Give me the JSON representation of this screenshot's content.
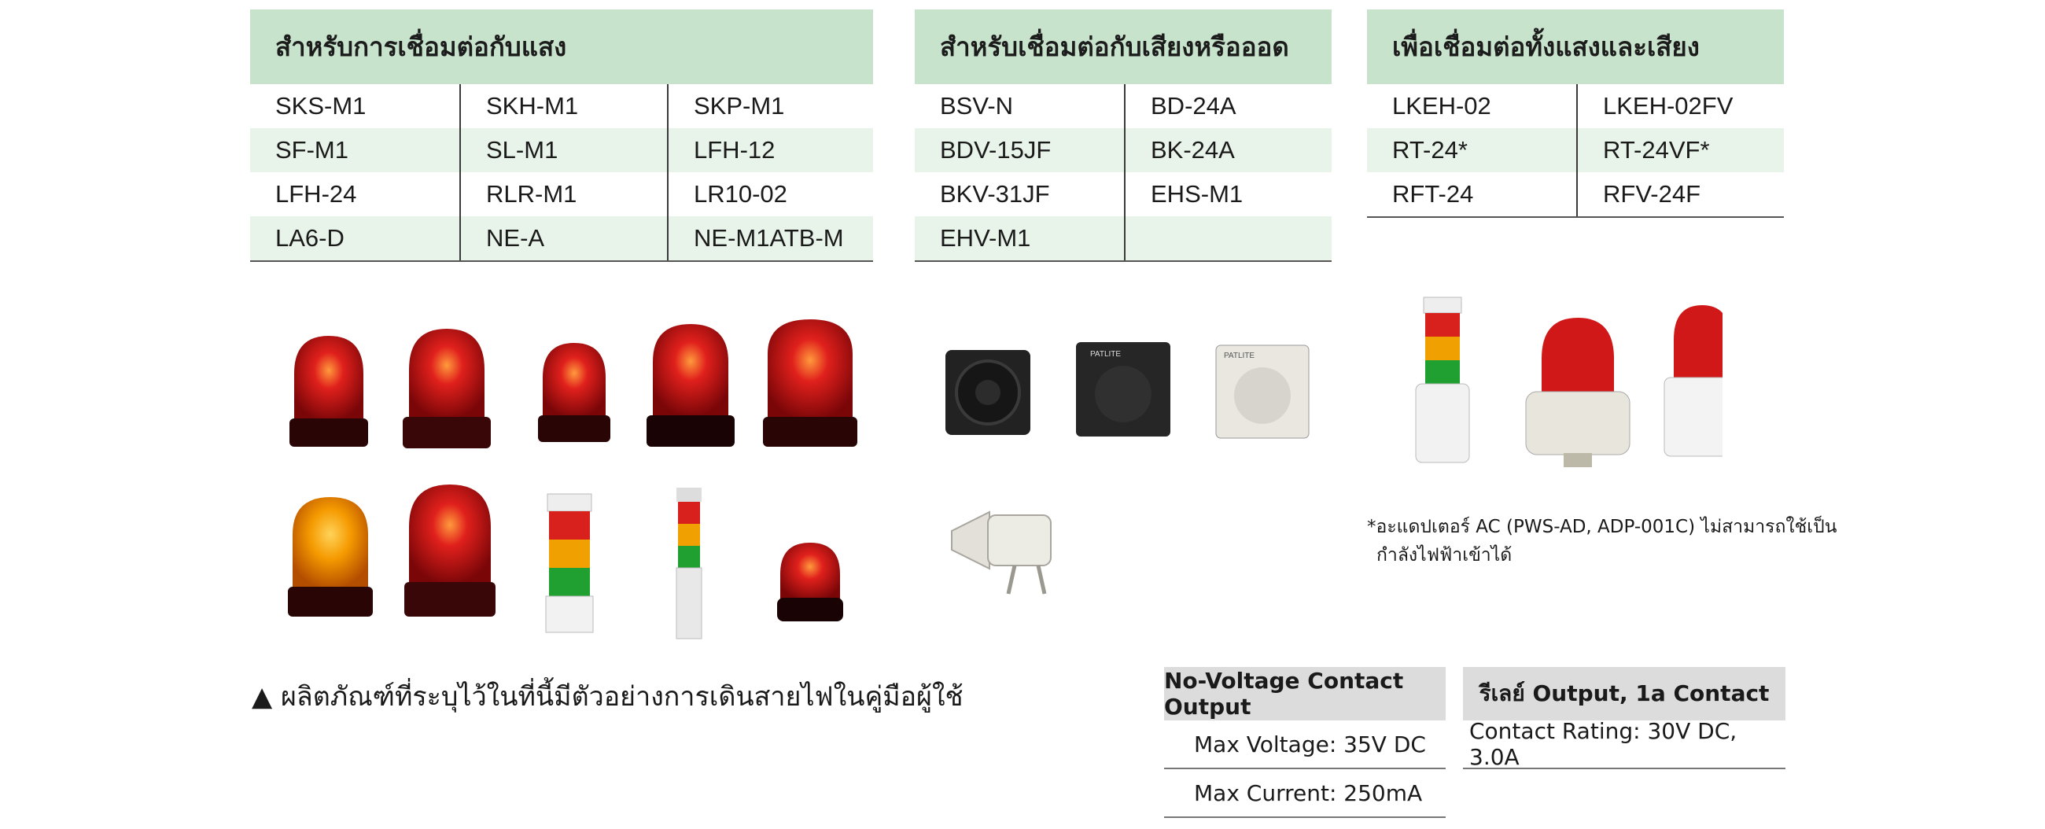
{
  "light_table": {
    "header": "สำหรับการเชื่อมต่อกับแสง",
    "rows": [
      [
        "SKS-M1",
        "SKH-M1",
        "SKP-M1"
      ],
      [
        "SF-M1",
        "SL-M1",
        "LFH-12"
      ],
      [
        "LFH-24",
        "RLR-M1",
        "LR10-02"
      ],
      [
        "LA6-D",
        "NE-A",
        "NE-M1ATB-M"
      ]
    ]
  },
  "sound_table": {
    "header": "สำหรับเชื่อมต่อกับเสียงหรือออด",
    "rows": [
      [
        "BSV-N",
        "BD-24A"
      ],
      [
        "BDV-15JF",
        "BK-24A"
      ],
      [
        "BKV-31JF",
        "EHS-M1"
      ],
      [
        "EHV-M1",
        ""
      ]
    ]
  },
  "both_table": {
    "header": "เพื่อเชื่อมต่อทั้งแสงและเสียง",
    "rows": [
      [
        "LKEH-02",
        "LKEH-02FV"
      ],
      [
        "RT-24*",
        "RT-24VF*"
      ],
      [
        "RFT-24",
        "RFV-24F"
      ]
    ]
  },
  "notes": {
    "manual_note": "▲ ผลิตภัณฑ์ที่ระบุไว้ในที่นี้มีตัวอย่างการเดินสายไฟในคู่มือผู้ใช้",
    "adapter_line1": "*อะแดปเตอร์ AC (PWS-AD, ADP-001C) ไม่สามารถใช้เป็น",
    "adapter_line2": "กำลังไฟฟ้าเข้าได้"
  },
  "spec_no_voltage": {
    "header": "No-Voltage Contact Output",
    "lines": [
      "Max Voltage: 35V DC",
      "Max Current: 250mA"
    ]
  },
  "spec_relay": {
    "header": "รีเลย์ Output, 1a Contact",
    "lines": [
      "Contact Rating: 30V DC, 3.0A"
    ]
  },
  "colors": {
    "header_green": "#c8e3cc",
    "row_green": "#e8f4ea",
    "spec_gray": "#dcdcdc",
    "lamp_red": "#c8101a",
    "lamp_amber": "#f08a00"
  }
}
